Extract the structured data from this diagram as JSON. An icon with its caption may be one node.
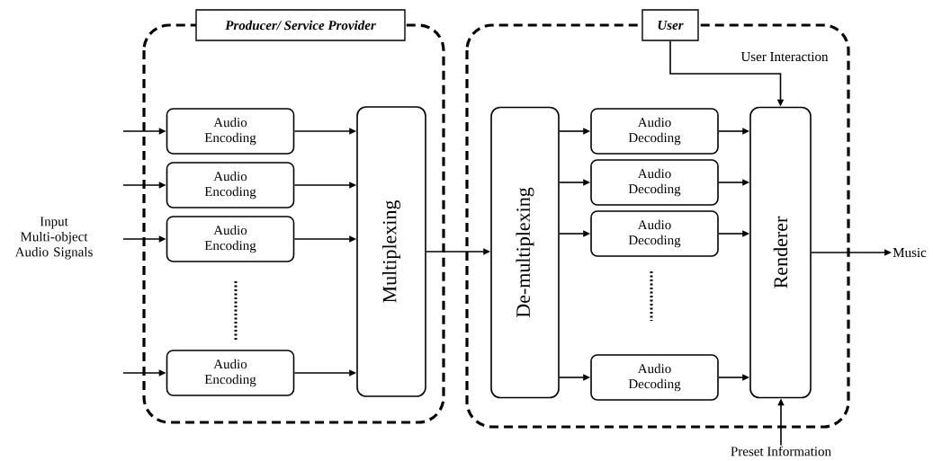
{
  "diagram": {
    "nodes": [
      {
        "text": [
          "Producer/ Service Provider"
        ]
      },
      {
        "text": [
          "Audio Encoding"
        ],
        "in": 0
      },
      {
        "text": [
          "Audio Encoding"
        ],
        "in": 0
      },
      {
        "text": [
          "Audio Encoding"
        ],
        "in": 0
      },
      {
        "text": [
          "Audio Encoding"
        ],
        "in": 0
      },
      {
        "text": [
          "Multiplexing"
        ],
        "in": 0
      },
      {
        "text": [
          "User"
        ]
      },
      {
        "text": [
          "De-multiplexing"
        ],
        "in": 6
      },
      {
        "text": [
          "Audio Decoding"
        ],
        "in": 6
      },
      {
        "text": [
          "Audio Decoding"
        ],
        "in": 6
      },
      {
        "text": [
          "Audio Decoding"
        ],
        "in": 6
      },
      {
        "text": [
          "Audio Decoding"
        ],
        "in": 6
      },
      {
        "text": [
          "Renderer"
        ],
        "in": 6
      },
      {
        "text": [
          "Music"
        ]
      },
      {
        "text": [
          "Preset Information"
        ]
      }
    ],
    "edges": [
      {
        "from": null,
        "to": 1,
        "arrow": "to"
      },
      {
        "from": null,
        "to": 2,
        "arrow": "to"
      },
      {
        "from": null,
        "to": 3,
        "arrow": "to"
      },
      {
        "from": null,
        "to": 4,
        "arrow": "to"
      },
      {
        "from": 1,
        "to": 5,
        "arrow": "to"
      },
      {
        "from": 2,
        "to": 5,
        "arrow": "to"
      },
      {
        "from": 3,
        "to": 5,
        "arrow": "to"
      },
      {
        "from": 4,
        "to": 5,
        "arrow": "to"
      },
      {
        "from": 5,
        "to": 7,
        "arrow": "to"
      },
      {
        "from": 7,
        "to": 8,
        "arrow": "to"
      },
      {
        "from": 7,
        "to": 9,
        "arrow": "to"
      },
      {
        "from": 7,
        "to": 10,
        "arrow": "to"
      },
      {
        "from": 7,
        "to": 11,
        "arrow": "to"
      },
      {
        "from": 8,
        "to": 12,
        "arrow": "to"
      },
      {
        "from": 9,
        "to": 12,
        "arrow": "to"
      },
      {
        "from": 10,
        "to": 12,
        "arrow": "to"
      },
      {
        "from": 11,
        "to": 12,
        "arrow": "to"
      },
      {
        "from": 6,
        "to": 12,
        "label": "User Interaction",
        "arrow": "to"
      },
      {
        "from": 12,
        "to": 13,
        "arrow": "to"
      },
      {
        "from": 14,
        "to": 12,
        "arrow": "to"
      }
    ],
    "labels": [
      "Input Multi-object Audio Signals"
    ]
  }
}
